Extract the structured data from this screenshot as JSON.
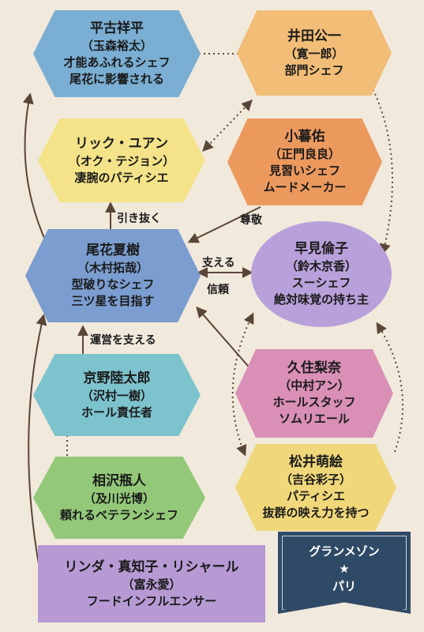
{
  "nodes": {
    "hirako": {
      "name": "平古祥平",
      "actor": "（玉森裕太）",
      "desc1": "才能あふれるシェフ",
      "desc2": "尾花に影響される",
      "color": "#7aaed3"
    },
    "ida": {
      "name": "井田公一",
      "actor": "（寛一郎）",
      "desc1": "部門シェフ",
      "color": "#f1bd77"
    },
    "rick": {
      "name": "リック・ユアン",
      "actor": "（オク・テジョン）",
      "desc1": "凄腕のパティシエ",
      "color": "#f4e389"
    },
    "kogure": {
      "name": "小暮佑",
      "actor": "（正門良良）",
      "desc1": "見習いシェフ",
      "desc2": "ムードメーカー",
      "color": "#ec995e"
    },
    "obana": {
      "name": "尾花夏樹",
      "actor": "（木村拓哉）",
      "desc1": "型破りなシェフ",
      "desc2": "三ツ星を目指す",
      "color": "#7b9dd0"
    },
    "hayami": {
      "name": "早見倫子",
      "actor": "（鈴木京香）",
      "desc1": "スーシェフ",
      "desc2": "絶対味覚の持ち主",
      "color": "#b8a1da"
    },
    "kyono": {
      "name": "京野陸太郎",
      "actor": "（沢村一樹）",
      "desc1": "ホール責任者",
      "color": "#7dc3cd"
    },
    "kusumi": {
      "name": "久住梨奈",
      "actor": "（中村アン）",
      "desc1": "ホールスタッフ",
      "desc2": "ソムリエール",
      "color": "#d98fb6"
    },
    "aizawa": {
      "name": "相沢瓶人",
      "actor": "（及川光博）",
      "desc1": "頼れるベテランシェフ",
      "color": "#93c879"
    },
    "matsui": {
      "name": "松井萌絵",
      "actor": "（吉谷彩子）",
      "desc1": "パティシエ",
      "desc2": "抜群の映え力を持つ",
      "color": "#f0d77a"
    },
    "rinda": {
      "name": "リンダ・真知子・リシャール",
      "actor": "（富永愛）",
      "desc1": "フードインフルエンサー",
      "color": "#b79ad4"
    }
  },
  "labels": {
    "hikinuku": "引き抜く",
    "sonkei": "尊敬",
    "sasaeru": "支える",
    "shinrai": "信頼",
    "unei": "運営を支える"
  },
  "banner": {
    "line1": "グランメゾン",
    "star": "★",
    "line2": "パリ"
  },
  "colors": {
    "arrow": "#5a4636",
    "banner": "#2f4a66"
  }
}
